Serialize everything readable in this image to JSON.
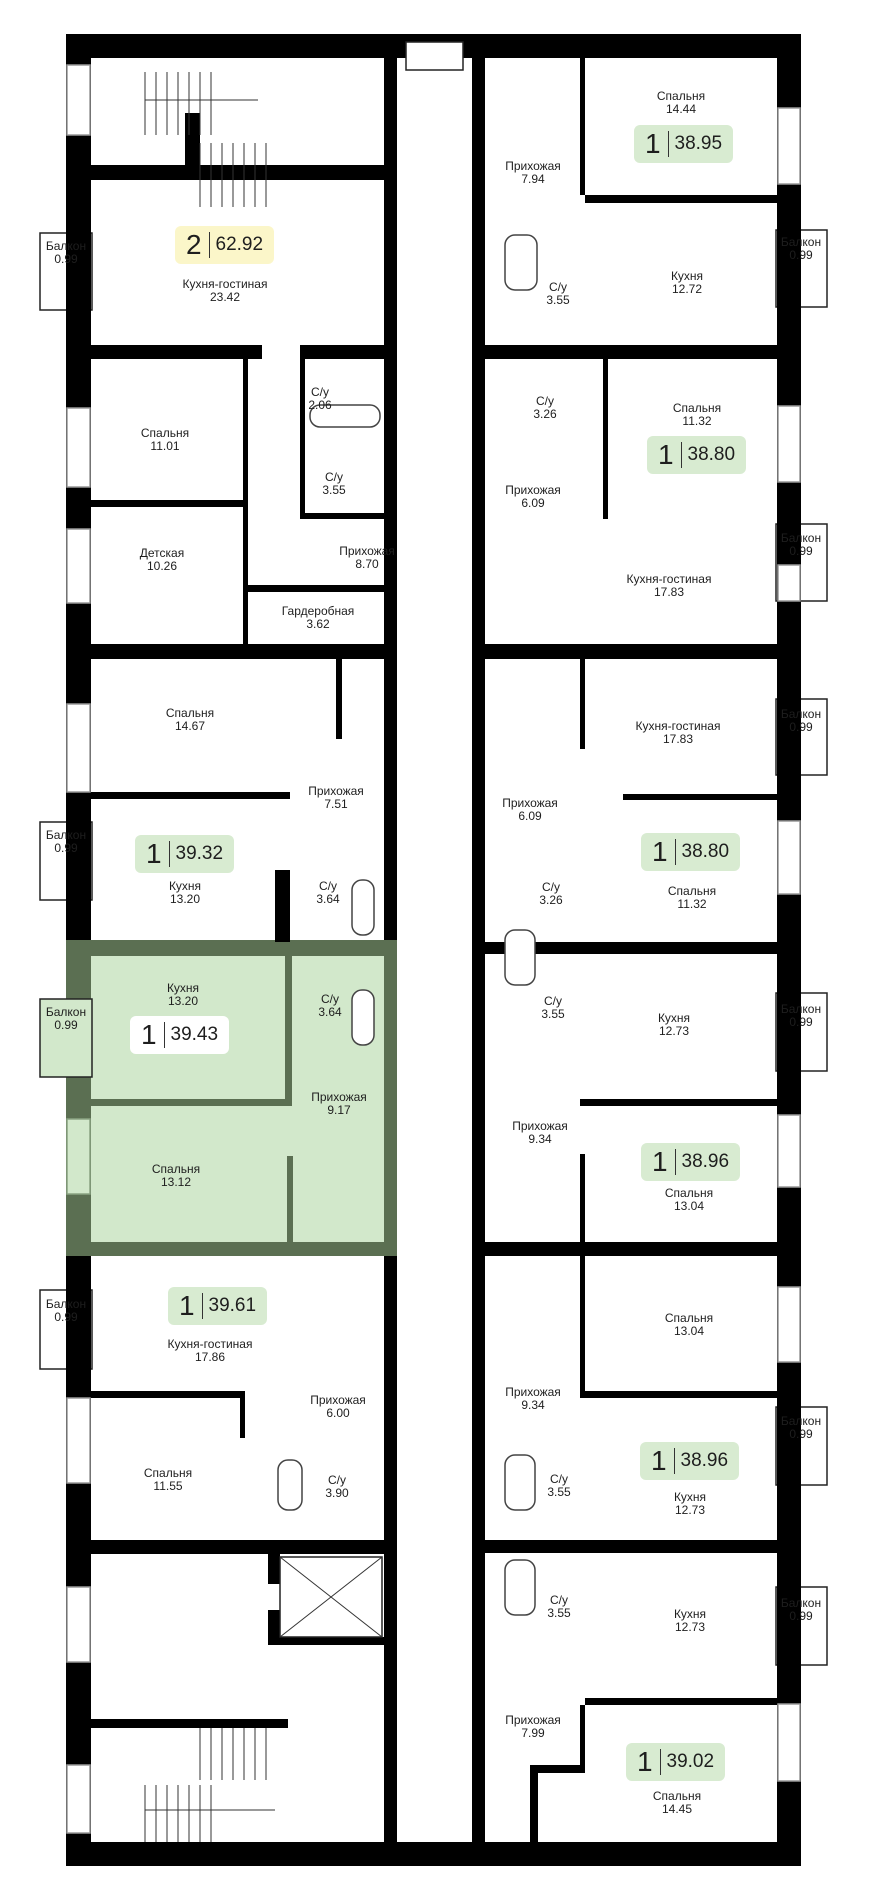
{
  "colors": {
    "wall": "#000000",
    "highlight_wall": "#5b6f52",
    "highlight_fill": "#d2e8cb",
    "badge_two_room": "#fbf6c9",
    "badge_one_room": "#d8ebd1",
    "badge_selected": "#ffffff"
  },
  "rooms": [
    {
      "name": "Спальня",
      "area": "14.44"
    },
    {
      "name": "Прихожая",
      "area": "7.94"
    },
    {
      "name": "Кухня",
      "area": "12.72"
    },
    {
      "name": "С/у",
      "area": "3.55"
    },
    {
      "name": "С/у",
      "area": "3.26"
    },
    {
      "name": "Спальня",
      "area": "11.32"
    },
    {
      "name": "Прихожая",
      "area": "6.09"
    },
    {
      "name": "Кухня-гостиная",
      "area": "17.83"
    },
    {
      "name": "Кухня-гостиная",
      "area": "23.42"
    },
    {
      "name": "С/у",
      "area": "2.06"
    },
    {
      "name": "Спальня",
      "area": "11.01"
    },
    {
      "name": "С/у",
      "area": "3.55"
    },
    {
      "name": "Детская",
      "area": "10.26"
    },
    {
      "name": "Прихожая",
      "area": "8.70"
    },
    {
      "name": "Гардеробная",
      "area": "3.62"
    },
    {
      "name": "Спальня",
      "area": "14.67"
    },
    {
      "name": "Прихожая",
      "area": "7.51"
    },
    {
      "name": "Кухня",
      "area": "13.20"
    },
    {
      "name": "С/у",
      "area": "3.64"
    },
    {
      "name": "Кухня",
      "area": "13.20"
    },
    {
      "name": "С/у",
      "area": "3.64"
    },
    {
      "name": "Прихожая",
      "area": "9.17"
    },
    {
      "name": "Спальня",
      "area": "13.12"
    },
    {
      "name": "Кухня-гостиная",
      "area": "17.83"
    },
    {
      "name": "Прихожая",
      "area": "6.09"
    },
    {
      "name": "С/у",
      "area": "3.26"
    },
    {
      "name": "Спальня",
      "area": "11.32"
    },
    {
      "name": "С/у",
      "area": "3.55"
    },
    {
      "name": "Кухня",
      "area": "12.73"
    },
    {
      "name": "Прихожая",
      "area": "9.34"
    },
    {
      "name": "Спальня",
      "area": "13.04"
    },
    {
      "name": "Кухня-гостиная",
      "area": "17.86"
    },
    {
      "name": "Прихожая",
      "area": "6.00"
    },
    {
      "name": "Спальня",
      "area": "11.55"
    },
    {
      "name": "С/у",
      "area": "3.90"
    },
    {
      "name": "Спальня",
      "area": "13.04"
    },
    {
      "name": "Прихожая",
      "area": "9.34"
    },
    {
      "name": "С/у",
      "area": "3.55"
    },
    {
      "name": "Кухня",
      "area": "12.73"
    },
    {
      "name": "С/у",
      "area": "3.55"
    },
    {
      "name": "Кухня",
      "area": "12.73"
    },
    {
      "name": "Прихожая",
      "area": "7.99"
    },
    {
      "name": "Спальня",
      "area": "14.45"
    }
  ],
  "balconies": [
    {
      "name": "Балкон",
      "area": "0.99"
    },
    {
      "name": "Балкон",
      "area": "0.99"
    },
    {
      "name": "Балкон",
      "area": "0.99"
    },
    {
      "name": "Балкон",
      "area": "0.99"
    },
    {
      "name": "Балкон",
      "area": "0.99"
    },
    {
      "name": "Балкон",
      "area": "0.99"
    },
    {
      "name": "Балкон",
      "area": "0.99"
    },
    {
      "name": "Балкон",
      "area": "0.99"
    },
    {
      "name": "Балкон",
      "area": "0.99"
    },
    {
      "name": "Балкон",
      "area": "0.99"
    }
  ],
  "apartments": [
    {
      "rooms": "2",
      "area": "62.92",
      "type": "two_room"
    },
    {
      "rooms": "1",
      "area": "38.95",
      "type": "one_room"
    },
    {
      "rooms": "1",
      "area": "38.80",
      "type": "one_room"
    },
    {
      "rooms": "1",
      "area": "39.32",
      "type": "one_room"
    },
    {
      "rooms": "1",
      "area": "39.43",
      "type": "selected"
    },
    {
      "rooms": "1",
      "area": "38.80",
      "type": "one_room"
    },
    {
      "rooms": "1",
      "area": "38.96",
      "type": "one_room"
    },
    {
      "rooms": "1",
      "area": "39.61",
      "type": "one_room"
    },
    {
      "rooms": "1",
      "area": "38.96",
      "type": "one_room"
    },
    {
      "rooms": "1",
      "area": "39.02",
      "type": "one_room"
    }
  ]
}
